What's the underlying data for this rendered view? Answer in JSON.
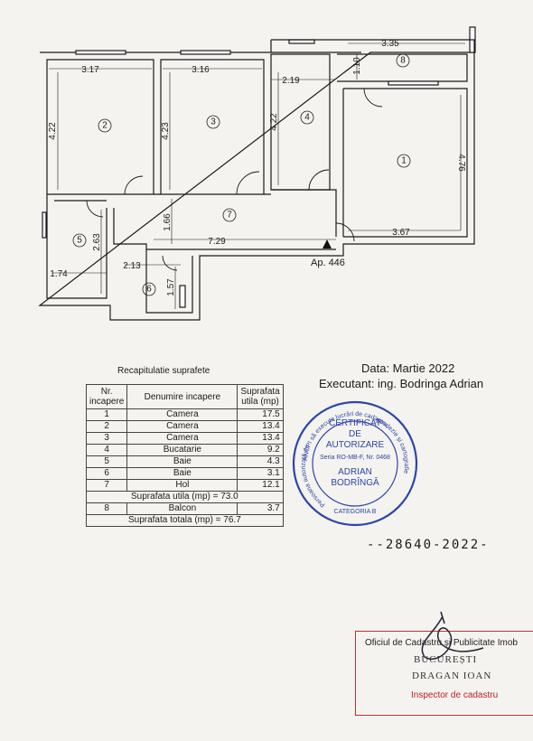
{
  "plan": {
    "dims": [
      "3.17",
      "3.16",
      "3.35",
      "1.10",
      "2.19",
      "4.22",
      "4.23",
      "4.22",
      "4.76",
      "1.66",
      "7.29",
      "3.67",
      "2.63",
      "1.74",
      "2.13",
      "1.57"
    ],
    "rooms": [
      "1",
      "2",
      "3",
      "4",
      "5",
      "6",
      "7",
      "8"
    ],
    "apartment_label": "Ap. 446"
  },
  "recap": {
    "title": "Recapitulatie suprafete",
    "headers": [
      "Nr. incapere",
      "Denumire incapere",
      "Suprafata utila (mp)"
    ],
    "rows": [
      [
        "1",
        "Camera",
        "17.5"
      ],
      [
        "2",
        "Camera",
        "13.4"
      ],
      [
        "3",
        "Camera",
        "13.4"
      ],
      [
        "4",
        "Bucatarie",
        "9.2"
      ],
      [
        "5",
        "Baie",
        "4.3"
      ],
      [
        "6",
        "Baie",
        "3.1"
      ],
      [
        "7",
        "Hol",
        "12.1"
      ]
    ],
    "subtotal": "Suprafata utila (mp) = 73.0",
    "balcony": [
      "8",
      "Balcon",
      "3.7"
    ],
    "total": "Suprafata totala (mp) = 76.7"
  },
  "date": "Data: Martie 2022",
  "executant": "Executant: ing. Bodringa Adrian",
  "seal": {
    "outer_top": "ANCPI să execute lucrări de cadastru,",
    "outer_right": "geodezie și cartografie",
    "outer_left": "Persoana autorizată de",
    "lines": [
      "CERTIFICAT",
      "DE",
      "AUTORIZARE",
      "Seria RO-MB-F, Nr. 0468",
      "ADRIAN",
      "BODRÎNGĂ"
    ],
    "category": "CATEGORIA B",
    "color": "#2d45a8"
  },
  "reg_number": "--28640-2022-",
  "stamp": {
    "line1": "Oficiul de Cadastru și Publicitate Imob",
    "line2": "BUCUREȘTI",
    "line3": "DRAGAN IOAN",
    "line4": "Inspector de cadastru",
    "color": "#b22222"
  }
}
